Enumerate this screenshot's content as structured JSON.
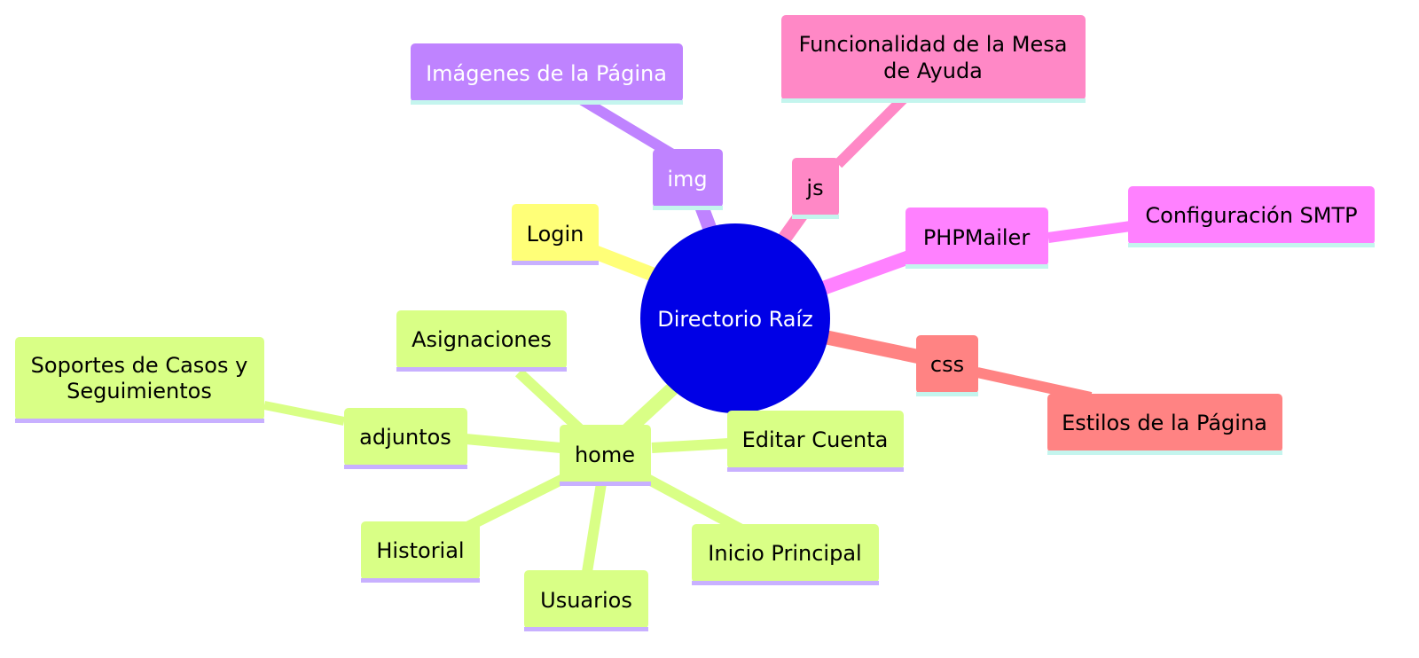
{
  "colors": {
    "root": "#0000e6",
    "yellow": "#ffff78",
    "purple": "#bf83ff",
    "pink": "#ff88c6",
    "magenta": "#ff81ff",
    "salmon": "#ff8383",
    "green": "#d9ff86",
    "underline_purple": "#c8b0ff",
    "underline_mint": "#c4f5ee"
  },
  "root": {
    "label": "Directorio Raíz"
  },
  "nodes": {
    "login": {
      "label": "Login"
    },
    "img": {
      "label": "img"
    },
    "img_child": {
      "label": "Imágenes de la Página"
    },
    "js": {
      "label": "js"
    },
    "js_child": {
      "lines": [
        "Funcionalidad de la Mesa",
        "de Ayuda"
      ]
    },
    "phpmailer": {
      "label": "PHPMailer"
    },
    "phpmailer_child": {
      "label": "Configuración SMTP"
    },
    "css": {
      "label": "css"
    },
    "css_child": {
      "label": "Estilos de la Página"
    },
    "home": {
      "label": "home"
    },
    "asignaciones": {
      "label": "Asignaciones"
    },
    "adjuntos": {
      "label": "adjuntos"
    },
    "adjuntos_child": {
      "lines": [
        "Soportes de Casos y",
        "Seguimientos"
      ]
    },
    "editar_cuenta": {
      "label": "Editar Cuenta"
    },
    "historial": {
      "label": "Historial"
    },
    "usuarios": {
      "label": "Usuarios"
    },
    "inicio_principal": {
      "label": "Inicio Principal"
    }
  }
}
